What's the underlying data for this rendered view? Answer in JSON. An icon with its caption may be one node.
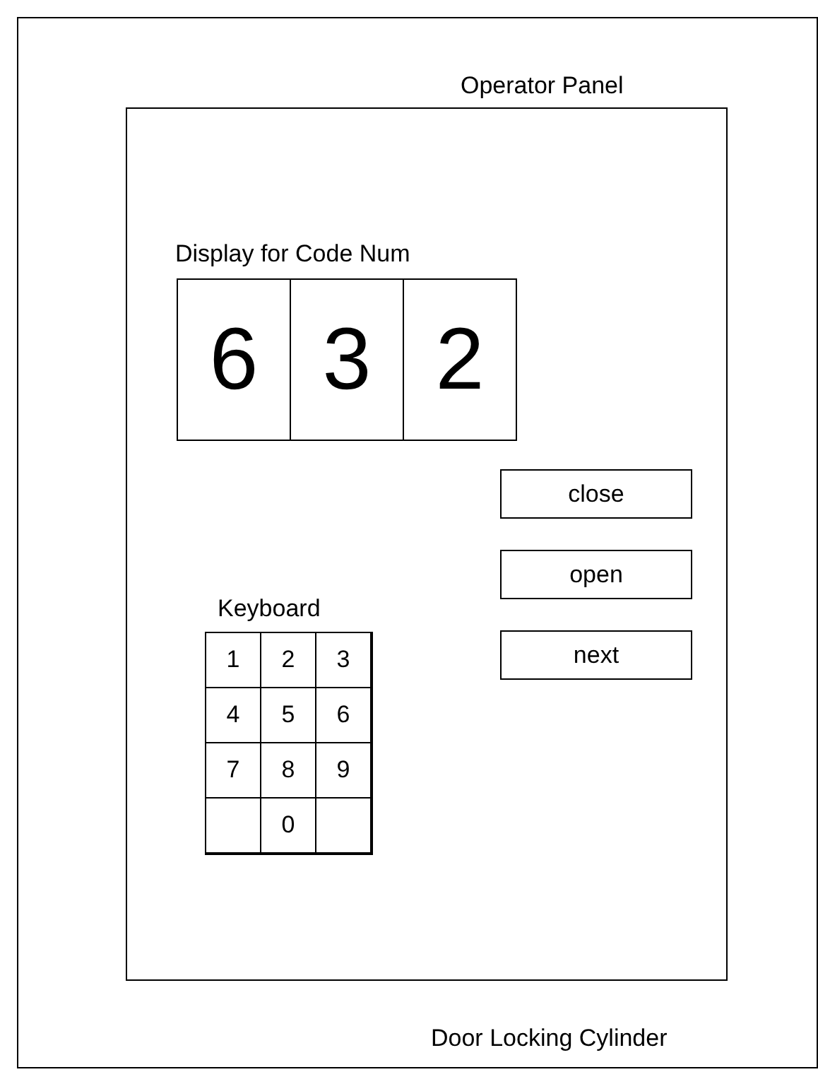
{
  "diagram": {
    "nodes": [
      {
        "text": [
          "Door Locking Cylinder"
        ]
      },
      {
        "text": [
          "Operator Panel"
        ],
        "in": 0
      },
      {
        "text": [
          "Display for Code Num"
        ],
        "in": 1
      },
      {
        "text": [
          "6"
        ],
        "in": 2
      },
      {
        "text": [
          "3"
        ],
        "in": 2
      },
      {
        "text": [
          "2"
        ],
        "in": 2
      },
      {
        "text": [
          "close"
        ],
        "in": 1
      },
      {
        "text": [
          "open"
        ],
        "in": 1
      },
      {
        "text": [
          "next"
        ],
        "in": 1
      },
      {
        "text": [
          "Keyboard"
        ],
        "in": 1
      },
      {
        "text": [
          "1"
        ],
        "in": 9
      },
      {
        "text": [
          "2"
        ],
        "in": 9
      },
      {
        "text": [
          "3"
        ],
        "in": 9
      },
      {
        "text": [
          "4"
        ],
        "in": 9
      },
      {
        "text": [
          "5"
        ],
        "in": 9
      },
      {
        "text": [
          "6"
        ],
        "in": 9
      },
      {
        "text": [
          "7"
        ],
        "in": 9
      },
      {
        "text": [
          "8"
        ],
        "in": 9
      },
      {
        "text": [
          "9"
        ],
        "in": 9
      },
      {
        "text": [],
        "shape": "box",
        "in": 9
      },
      {
        "text": [
          "0"
        ],
        "in": 9
      },
      {
        "text": [],
        "shape": "box",
        "in": 9
      }
    ]
  }
}
